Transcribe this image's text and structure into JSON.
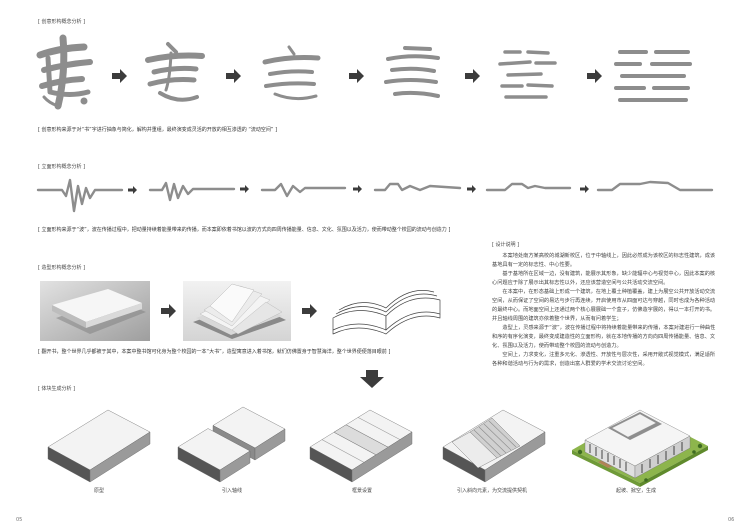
{
  "form_concept": {
    "title": "[ 创意形构概念分析 ]",
    "caption": "[ 创意形构来源于对“书”字进行抽象与简化，解构并重组，最终演变成灵活的开放的相互渗透的 “流动空间” ]"
  },
  "facade_concept": {
    "title": "[ 立面形构概念分析 ]",
    "caption": "[ 立面形构来源于“波”，波在传播过程中，把动量持续着能量带来的传播，而本案即依着书馆以波的方式向四周传播能量、信息、文化、氛围以及活力，使而带动整个校园的流动与创造力 ]"
  },
  "shape_concept": {
    "title": "[ 造型形构概念分析 ]",
    "caption": "[ 翻开书，整个世界几乎都被于其中，本案中整书馆可化身为整个校园的一本“大书”，造型寓意进入着书馆，就们仿佛置身于智慧海洋，整个世界便便落目眼前 ]"
  },
  "design_notes": {
    "title": "[ 设计说明 ]",
    "paragraphs": [
      "本案地处南方某高校的城湖新校区，位于中轴线上，因此必然成为该校区的标志性建筑，成该基地具有一定的标志性、中心性要。",
      "基于基地所在区域一边，没有建筑，能展示其形象，缺少能辐中心与视觉中心，因此本案的核心问题应于除了展示出其标志性以外，还应该营造空间与公共活动交流空间。",
      "在本案中，在形态基础上形成一个建筑，在地上覆土种植覆盖，建上为展空公共开放活动交流空间，从而保证了空间的易达与步行再连续，开启使用市从四面可达与穿越，同时也成为各种活动的最终中心。而地面空间上还通过两个核心展展础一个盒子，仿佛造字展的，得以一本打开的书。并且轴线周围的建筑亦依着整个世界，从而有问着学生；",
      "造型上，灵感来源于“波”，波在传播过程中将持续着能量带来的传播，本案对建进行一种曲性和序的有序化演变，最终变成建造性的立面形构，就在本地传播的方向向四周传播能量、信息、文化、氛围以及活力，使而带动整个校园的流动与创造力。",
      "空间上，力求变化，注重多元化、渗透性、开放性与层次性，采用开敞式视觉模式，满足适所各种和谐活动与行为的需求，创造出富人群爱的学术交流讨论空间。"
    ]
  },
  "mass_generation": {
    "title": "[ 体块生成分析 ]",
    "steps": [
      "原型",
      "引入轴线",
      "框景设置",
      "引入斜向元素，为交流提供契机",
      "起坡、掀空，生成"
    ]
  },
  "page_numbers": {
    "left": "05",
    "right": "06"
  },
  "icons": {
    "step_arrow": "arrow-right-icon",
    "flow_arrow": "arrow-down-icon"
  },
  "colors": {
    "ink": "#8d8d8d",
    "arrow": "#3c3c3c",
    "text": "#333333",
    "lawn": "#8db54c"
  }
}
